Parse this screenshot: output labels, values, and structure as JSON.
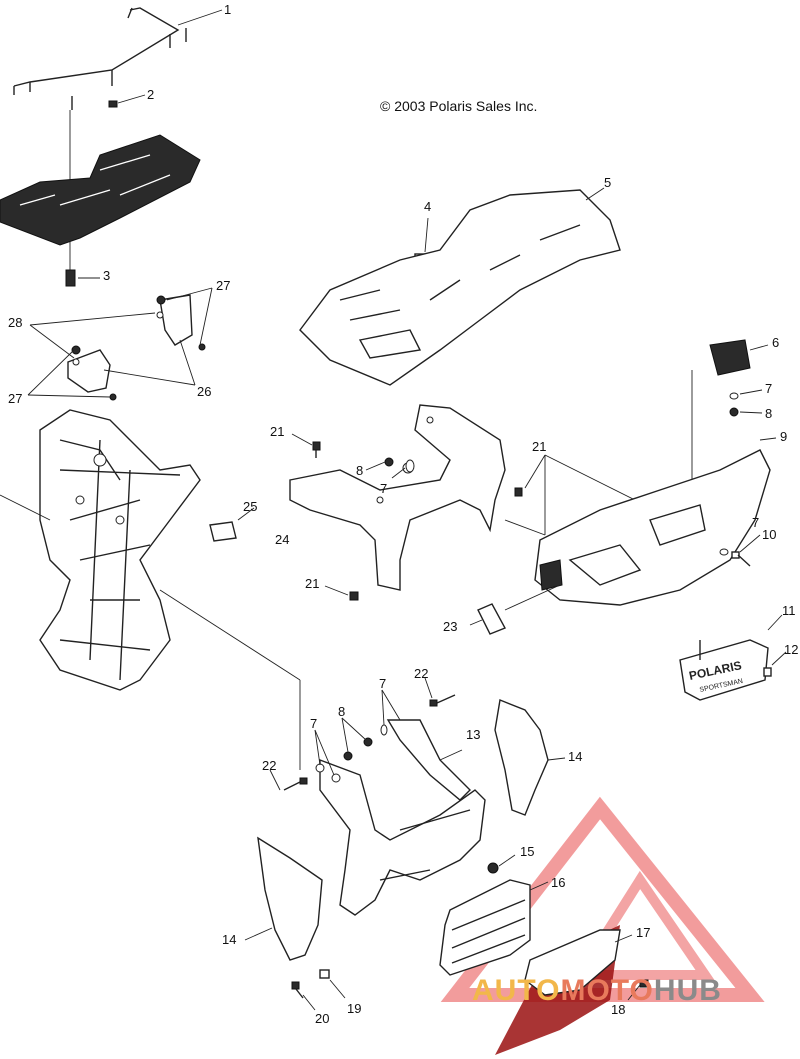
{
  "copyright": "© 2003 Polaris Sales Inc.",
  "callouts": [
    {
      "id": "c1",
      "label": "1"
    },
    {
      "id": "c2",
      "label": "2"
    },
    {
      "id": "c3",
      "label": "3"
    },
    {
      "id": "c4",
      "label": "4"
    },
    {
      "id": "c5",
      "label": "5"
    },
    {
      "id": "c6",
      "label": "6"
    },
    {
      "id": "c7a",
      "label": "7"
    },
    {
      "id": "c7b",
      "label": "7"
    },
    {
      "id": "c7c",
      "label": "7"
    },
    {
      "id": "c7d",
      "label": "7"
    },
    {
      "id": "c7e",
      "label": "7"
    },
    {
      "id": "c8a",
      "label": "8"
    },
    {
      "id": "c8b",
      "label": "8"
    },
    {
      "id": "c8c",
      "label": "8"
    },
    {
      "id": "c9",
      "label": "9"
    },
    {
      "id": "c10",
      "label": "10"
    },
    {
      "id": "c11",
      "label": "11"
    },
    {
      "id": "c12",
      "label": "12"
    },
    {
      "id": "c13",
      "label": "13"
    },
    {
      "id": "c14a",
      "label": "14"
    },
    {
      "id": "c14b",
      "label": "14"
    },
    {
      "id": "c15",
      "label": "15"
    },
    {
      "id": "c16",
      "label": "16"
    },
    {
      "id": "c17",
      "label": "17"
    },
    {
      "id": "c18",
      "label": "18"
    },
    {
      "id": "c19",
      "label": "19"
    },
    {
      "id": "c20",
      "label": "20"
    },
    {
      "id": "c21a",
      "label": "21"
    },
    {
      "id": "c21b",
      "label": "21"
    },
    {
      "id": "c21c",
      "label": "21"
    },
    {
      "id": "c22a",
      "label": "22"
    },
    {
      "id": "c22b",
      "label": "22"
    },
    {
      "id": "c23",
      "label": "23"
    },
    {
      "id": "c24",
      "label": "24"
    },
    {
      "id": "c25",
      "label": "25"
    },
    {
      "id": "c26",
      "label": "26"
    },
    {
      "id": "c27a",
      "label": "27"
    },
    {
      "id": "c27b",
      "label": "27"
    },
    {
      "id": "c28",
      "label": "28"
    }
  ],
  "plate_text": {
    "brand": "POLARIS",
    "sub": "SPORTSMAN"
  },
  "watermark": {
    "part1": "AUTO",
    "part2": "MOTO",
    "part3": "HUB"
  },
  "colors": {
    "line": "#222222",
    "watermark_red": "#e02020",
    "watermark_yellow": "#f2b74a",
    "watermark_gray": "#8a8a8a"
  }
}
